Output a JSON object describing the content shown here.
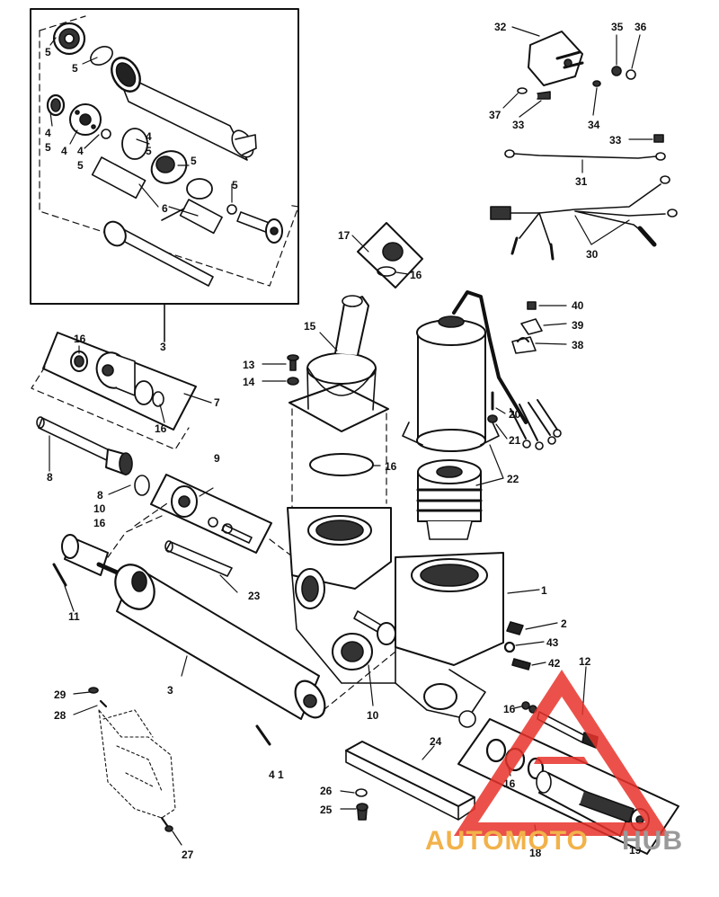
{
  "callouts": [
    {
      "id": "c-5a",
      "text": "5"
    },
    {
      "id": "c-5b",
      "text": "5"
    },
    {
      "id": "c-4a",
      "text": "4"
    },
    {
      "id": "c-5c",
      "text": "5"
    },
    {
      "id": "c-4b",
      "text": "4"
    },
    {
      "id": "c-4c",
      "text": "4"
    },
    {
      "id": "c-5d",
      "text": "5"
    },
    {
      "id": "c-4d",
      "text": "4"
    },
    {
      "id": "c-5e",
      "text": "5"
    },
    {
      "id": "c-5f",
      "text": "5"
    },
    {
      "id": "c-5g",
      "text": "5"
    },
    {
      "id": "c-6",
      "text": "6"
    },
    {
      "id": "c-3a",
      "text": "3"
    },
    {
      "id": "c-16a",
      "text": "16"
    },
    {
      "id": "c-7",
      "text": "7"
    },
    {
      "id": "c-16b",
      "text": "16"
    },
    {
      "id": "c-8a",
      "text": "8"
    },
    {
      "id": "c-8b",
      "text": "8"
    },
    {
      "id": "c-10a",
      "text": "10"
    },
    {
      "id": "c-16c",
      "text": "16"
    },
    {
      "id": "c-9",
      "text": "9"
    },
    {
      "id": "c-23",
      "text": "23"
    },
    {
      "id": "c-11",
      "text": "11"
    },
    {
      "id": "c-3b",
      "text": "3"
    },
    {
      "id": "c-29",
      "text": "29"
    },
    {
      "id": "c-28",
      "text": "28"
    },
    {
      "id": "c-41",
      "text": "4 1"
    },
    {
      "id": "c-27",
      "text": "27"
    },
    {
      "id": "c-17",
      "text": "17"
    },
    {
      "id": "c-16d",
      "text": "16"
    },
    {
      "id": "c-15",
      "text": "15"
    },
    {
      "id": "c-13",
      "text": "13"
    },
    {
      "id": "c-14",
      "text": "14"
    },
    {
      "id": "c-16e",
      "text": "16"
    },
    {
      "id": "c-20",
      "text": "20"
    },
    {
      "id": "c-21",
      "text": "21"
    },
    {
      "id": "c-22",
      "text": "22"
    },
    {
      "id": "c-1",
      "text": "1"
    },
    {
      "id": "c-2",
      "text": "2"
    },
    {
      "id": "c-43",
      "text": "43"
    },
    {
      "id": "c-42",
      "text": "42"
    },
    {
      "id": "c-12",
      "text": "12"
    },
    {
      "id": "c-10b",
      "text": "10"
    },
    {
      "id": "c-16f",
      "text": "16"
    },
    {
      "id": "c-24",
      "text": "24"
    },
    {
      "id": "c-16g",
      "text": "16"
    },
    {
      "id": "c-26",
      "text": "26"
    },
    {
      "id": "c-25",
      "text": "25"
    },
    {
      "id": "c-18",
      "text": "18"
    },
    {
      "id": "c-19",
      "text": "19"
    },
    {
      "id": "c-32",
      "text": "32"
    },
    {
      "id": "c-35",
      "text": "35"
    },
    {
      "id": "c-36",
      "text": "36"
    },
    {
      "id": "c-37",
      "text": "37"
    },
    {
      "id": "c-33a",
      "text": "33"
    },
    {
      "id": "c-34",
      "text": "34"
    },
    {
      "id": "c-33b",
      "text": "33"
    },
    {
      "id": "c-31",
      "text": "31"
    },
    {
      "id": "c-30",
      "text": "30"
    },
    {
      "id": "c-40",
      "text": "40"
    },
    {
      "id": "c-39",
      "text": "39"
    },
    {
      "id": "c-38",
      "text": "38"
    }
  ],
  "watermark": {
    "text_left": "AUTOMOTO",
    "text_right": "HUB",
    "color_left": "#f2b24a",
    "color_right": "#9a9a9a",
    "triangle_color": "#e8332a"
  }
}
